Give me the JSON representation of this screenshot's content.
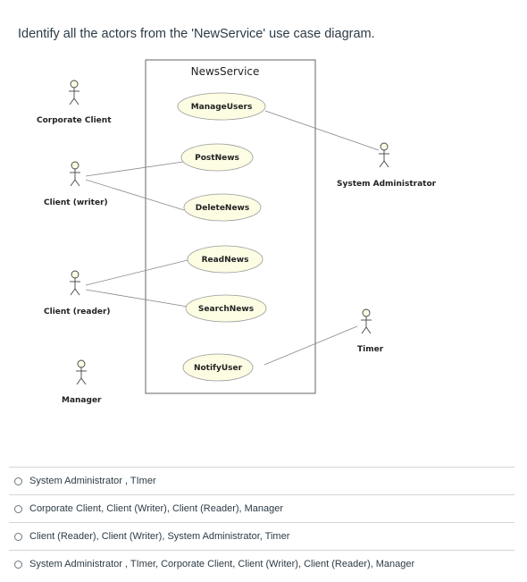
{
  "question": "Identify all the actors from the 'NewService' use case diagram.",
  "diagram": {
    "system_name": "NewsService",
    "use_cases": [
      "ManageUsers",
      "PostNews",
      "DeleteNews",
      "ReadNews",
      "SearchNews",
      "NotifyUser"
    ],
    "actors": [
      "Corporate Client",
      "Client (writer)",
      "Client (reader)",
      "Manager",
      "System Administrator",
      "Timer"
    ]
  },
  "options": [
    "System Administrator , TImer",
    "Corporate Client, Client (Writer), Client (Reader), Manager",
    "Client (Reader), Client (Writer), System Administrator, Timer",
    "System Administrator , TImer, Corporate Client, Client (Writer), Client (Reader), Manager"
  ]
}
